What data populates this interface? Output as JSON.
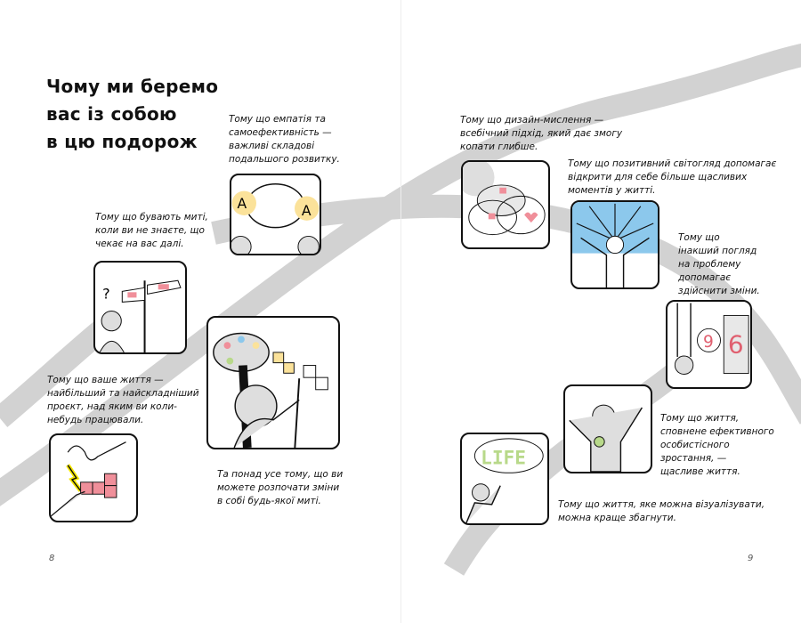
{
  "left_page": {
    "title_lines": [
      "Чому ми беремо",
      "вас із собою",
      "в цю подорож"
    ],
    "captions": {
      "empathy": [
        "Тому що емпатія та",
        "самоефективність —",
        "важливі складові",
        "подальшого розвитку."
      ],
      "moments": [
        "Тому що бувають миті,",
        "коли ви не знаєте, що",
        "чекає на вас далі."
      ],
      "project": [
        "Тому що ваше життя —",
        "найбільший та найскладніший",
        "проєкт, над яким ви коли-",
        "небудь працювали."
      ],
      "change": [
        "Та понад усе тому, що ви",
        "можете розпочати зміни",
        "в собі будь-якої миті."
      ]
    },
    "page_number": "8"
  },
  "right_page": {
    "captions": {
      "design": [
        "Тому що дизайн-мислення —",
        "всебічний підхід, який дає змогу",
        "копати глибше."
      ],
      "positive": [
        "Тому що позитивний світогляд допомагає",
        "відкрити для себе більше щасливих",
        "моментів у житті."
      ],
      "view": [
        "Тому що",
        "інакший погляд",
        "на проблему",
        "допомагає",
        "здійснити зміни."
      ],
      "growth": [
        "Тому що життя,",
        "сповнене ефективного",
        "особистісного",
        "зростання, —",
        "щасливе життя."
      ],
      "visual": [
        "Тому що життя, яке можна візуалізувати,",
        "можна краще збагнути."
      ]
    },
    "life_word": "LIFE",
    "page_number": "9"
  },
  "colors": {
    "swoosh": "#cfcfcf",
    "yellow": "#fbe29a",
    "pink": "#f08f9a",
    "sky": "#8cc8ec",
    "green": "#b8d98a",
    "gray": "#dedede"
  }
}
